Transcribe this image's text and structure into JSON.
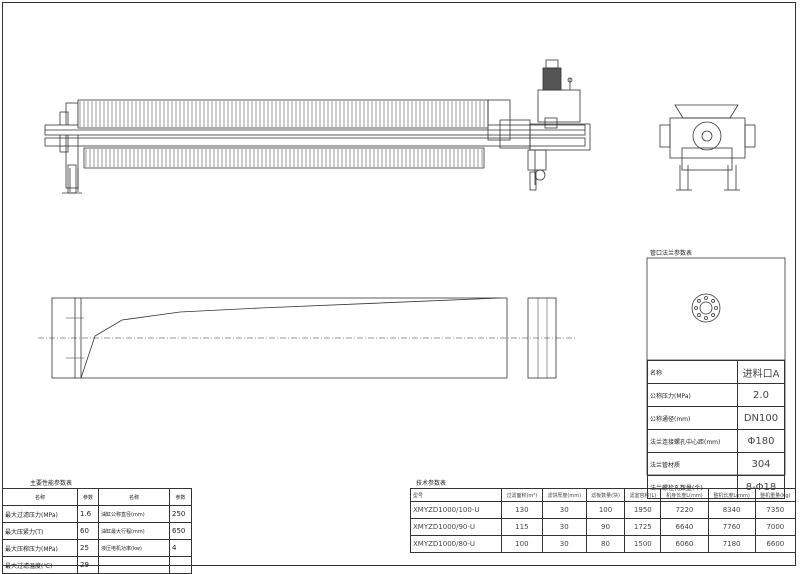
{
  "flange": {
    "title": "管口法兰参数表",
    "header": {
      "name": "名称",
      "value": "进料口A"
    },
    "rows": [
      {
        "name": "公称压力(MPa)",
        "value": "2.0"
      },
      {
        "name": "公称通径(mm)",
        "value": "DN100"
      },
      {
        "name": "法兰连接螺孔中心距(mm)",
        "value": "Φ180"
      },
      {
        "name": "法兰管材质",
        "value": "304"
      },
      {
        "name": "法兰螺栓孔数量(个)",
        "value": "8-Φ18"
      }
    ]
  },
  "main_params": {
    "title": "主要性能参数表",
    "headers": [
      "名称",
      "参数",
      "名称",
      "参数"
    ],
    "rows": [
      [
        "最大过滤压力(MPa)",
        "1.6",
        "油缸公称直径(mm)",
        "250"
      ],
      [
        "最大压紧力(T)",
        "60",
        "油缸最大行程(mm)",
        "650"
      ],
      [
        "最大压榨压力(MPa)",
        "25",
        "液压电机功率(kw)",
        "4"
      ],
      [
        "最大过滤温度(℃)",
        "29",
        "",
        ""
      ]
    ]
  },
  "tech_params": {
    "title": "技术参数表",
    "headers": [
      "型号",
      "过滤面积(m²)",
      "滤饼厚度(mm)",
      "滤板数量(块)",
      "滤室容积(L)",
      "机身长度L(mm)",
      "整机长度L(mm)",
      "整机重量(Kg)"
    ],
    "rows": [
      [
        "XMYZD1000/100-U",
        "130",
        "30",
        "100",
        "1950",
        "7220",
        "8340",
        "7350"
      ],
      [
        "XMYZD1000/90-U",
        "115",
        "30",
        "90",
        "1725",
        "6640",
        "7760",
        "7000"
      ],
      [
        "XMYZD1000/80-U",
        "100",
        "30",
        "80",
        "1500",
        "6060",
        "7180",
        "6600"
      ]
    ]
  }
}
